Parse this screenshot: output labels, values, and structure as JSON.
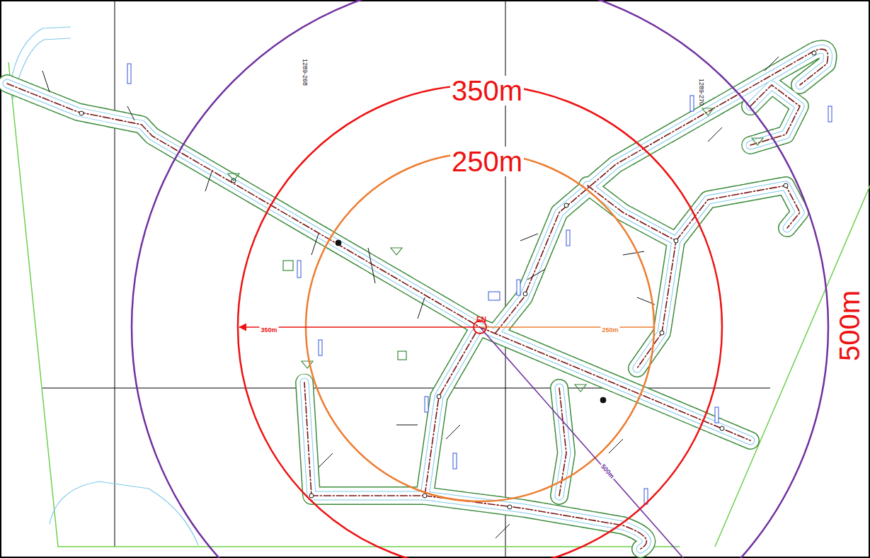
{
  "diagram": {
    "labels": [
      "350m",
      "250m",
      "500m",
      "350m",
      "250m",
      "500m",
      "EN",
      "1289-268",
      "1289-270"
    ]
  }
}
